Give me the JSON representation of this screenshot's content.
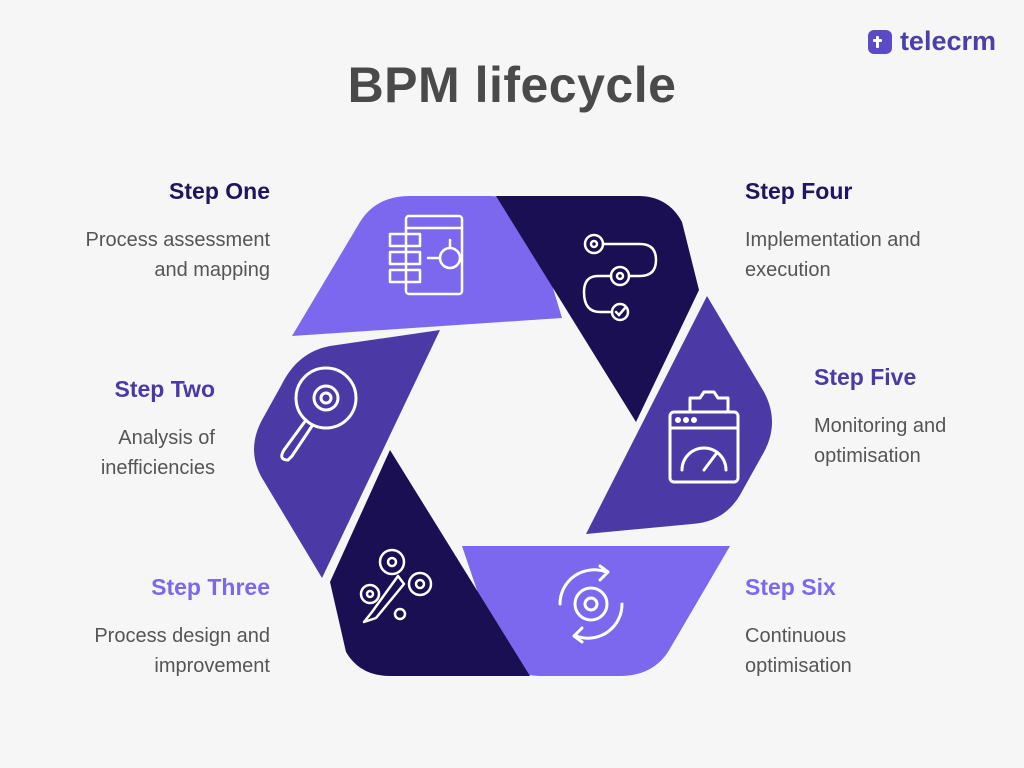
{
  "title": "BPM lifecycle",
  "brand": {
    "name": "telecrm",
    "color": "#5b4bc8"
  },
  "colors": {
    "light": "#7b68ee",
    "medium": "#4b3aa6",
    "dark": "#1a0f52"
  },
  "steps": [
    {
      "heading": "Step One",
      "line1": "Process assessment",
      "line2": "and mapping",
      "icon": "process-mapping-icon"
    },
    {
      "heading": "Step Two",
      "line1": "Analysis of",
      "line2": "inefficiencies",
      "icon": "magnifier-gear-icon"
    },
    {
      "heading": "Step Three",
      "line1": "Process design and",
      "line2": "improvement",
      "icon": "pencil-gears-icon"
    },
    {
      "heading": "Step Four",
      "line1": "Implementation and",
      "line2": "execution",
      "icon": "gears-workflow-icon"
    },
    {
      "heading": "Step Five",
      "line1": "Monitoring and",
      "line2": "optimisation",
      "icon": "dashboard-gauge-icon"
    },
    {
      "heading": "Step Six",
      "line1": "Continuous",
      "line2": "optimisation",
      "icon": "cycle-gear-icon"
    }
  ]
}
